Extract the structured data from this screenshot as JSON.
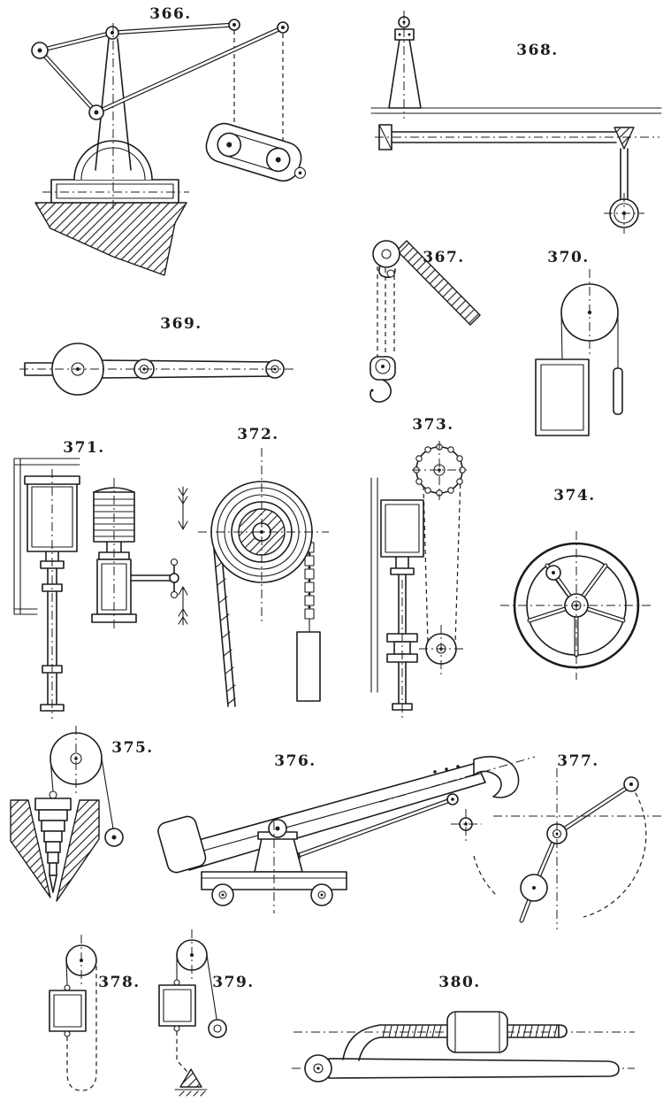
{
  "page": {
    "background": "#ffffff",
    "ink": "#1c1c1c",
    "description_labels_only": "plate of numbered mechanical movement figures"
  },
  "figures": [
    {
      "id": "366",
      "label": "366."
    },
    {
      "id": "367",
      "label": "367."
    },
    {
      "id": "368",
      "label": "368."
    },
    {
      "id": "369",
      "label": "369."
    },
    {
      "id": "370",
      "label": "370."
    },
    {
      "id": "371",
      "label": "371."
    },
    {
      "id": "372",
      "label": "372."
    },
    {
      "id": "373",
      "label": "373."
    },
    {
      "id": "374",
      "label": "374."
    },
    {
      "id": "375",
      "label": "375."
    },
    {
      "id": "376",
      "label": "376."
    },
    {
      "id": "377",
      "label": "377."
    },
    {
      "id": "378",
      "label": "378."
    },
    {
      "id": "379",
      "label": "379."
    },
    {
      "id": "380",
      "label": "380."
    }
  ]
}
